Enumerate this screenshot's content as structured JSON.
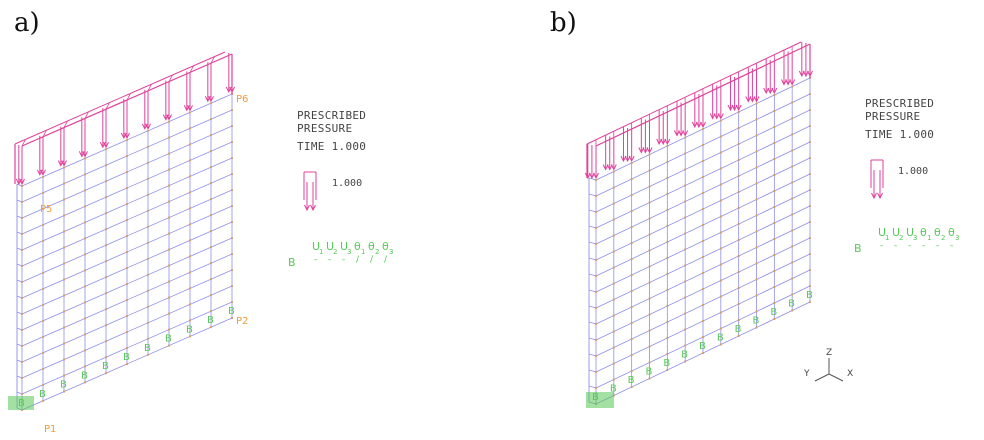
{
  "panels": [
    {
      "label": "a)",
      "legend": {
        "line1": "PRESCRIBED",
        "line2": "PRESSURE",
        "time": "TIME 1.000",
        "load_value": "1.000"
      },
      "point_labels": [
        "P6",
        "P5",
        "P2",
        "P1"
      ],
      "bc_row": [
        "U",
        "1",
        "U",
        "2",
        "U",
        "3",
        "θ",
        "1",
        "θ",
        "2",
        "θ",
        "3"
      ],
      "bc_key": "B",
      "support_mark": "B"
    },
    {
      "label": "b)",
      "legend": {
        "line1": "PRESCRIBED",
        "line2": "PRESSURE",
        "time": "TIME 1.000",
        "load_value": "1.000"
      },
      "bc_key": "B",
      "support_mark": "B",
      "triad": {
        "x": "X",
        "y": "Y",
        "z": "Z"
      }
    }
  ],
  "colors": {
    "mesh": "#8e8ee8",
    "load": "#e0409a",
    "bc": "#58c858",
    "point": "#ef9c3e",
    "text": "#444444"
  }
}
